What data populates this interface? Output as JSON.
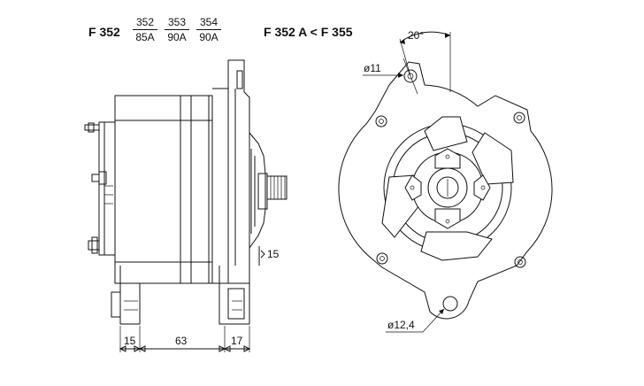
{
  "header": {
    "model_main": "F 352",
    "variants": [
      {
        "model": "352",
        "rating": "85A"
      },
      {
        "model": "353",
        "rating": "90A"
      },
      {
        "model": "354",
        "rating": "90A"
      }
    ],
    "range_label": "F 352 A < F 355"
  },
  "side_view": {
    "dim_offset": "15",
    "dim_left": "15",
    "dim_mid": "63",
    "dim_right": "17"
  },
  "front_view": {
    "angle_label": "20°",
    "hole_top": "ø11",
    "hole_bottom": "ø12,4"
  }
}
